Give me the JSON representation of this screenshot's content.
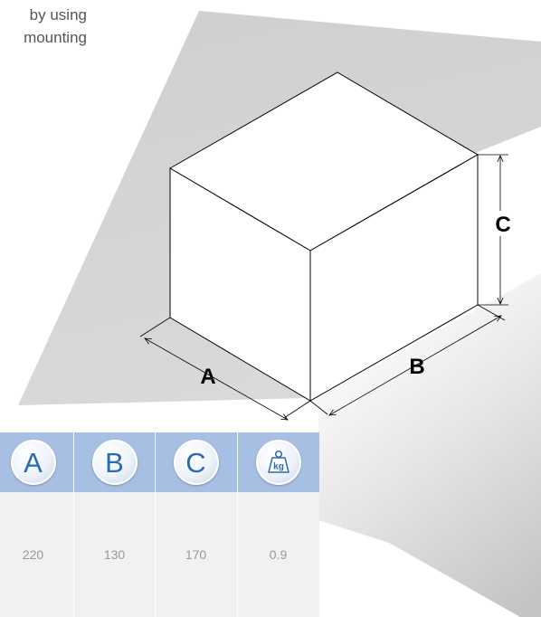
{
  "intro_text": {
    "line1": "by using",
    "line2": "mounting"
  },
  "diagram": {
    "labels": {
      "a": "A",
      "b": "B",
      "c": "C"
    }
  },
  "table": {
    "columns": [
      {
        "label": "A",
        "icon": "letter-a-icon"
      },
      {
        "label": "B",
        "icon": "letter-b-icon"
      },
      {
        "label": "C",
        "icon": "letter-c-icon"
      },
      {
        "label": "kg",
        "icon": "weight-kg-icon"
      }
    ],
    "values": [
      "220",
      "130",
      "170",
      "0.9"
    ]
  },
  "colors": {
    "header": "#a7bfe3",
    "body": "#f1f1f1",
    "accent": "#2a6ab4",
    "shadow": "#d0d0d0"
  }
}
